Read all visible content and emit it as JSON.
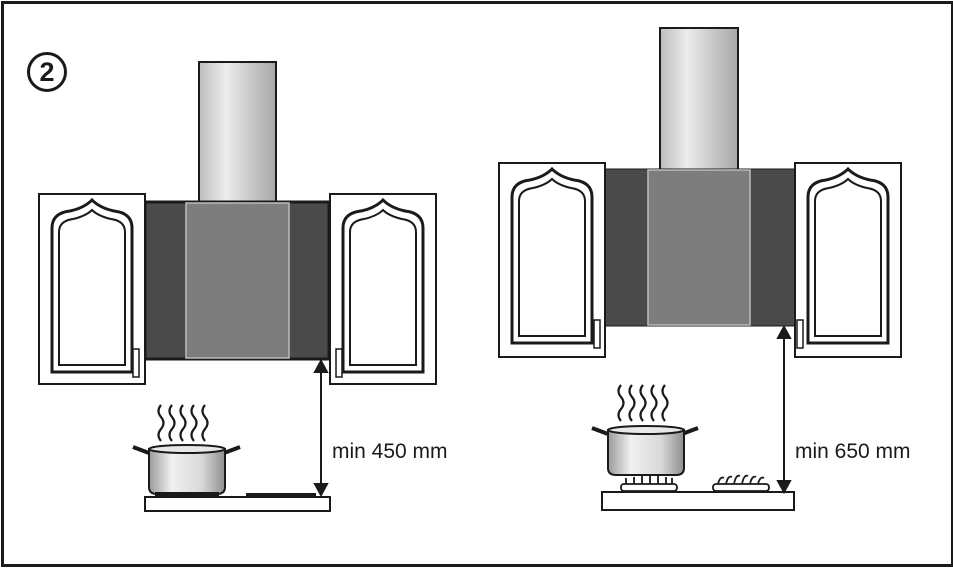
{
  "step_number": "2",
  "dimensions": {
    "left_clearance": "min 450 mm",
    "right_clearance": "min 650 mm"
  },
  "colors": {
    "outline": "#1a1a1a",
    "hood_dark": "#4a4a4a",
    "hood_panel": "#7d7d7d",
    "chimney_light": "#ececec",
    "chimney_mid": "#bdbdbd",
    "pot_light": "#f0f0f0",
    "pot_dark": "#9a9a9a"
  },
  "icons": [
    "cabinet-icon",
    "range-hood-icon",
    "cooking-pot-icon",
    "steam-icon",
    "gas-burner-icon",
    "double-arrow-icon"
  ]
}
